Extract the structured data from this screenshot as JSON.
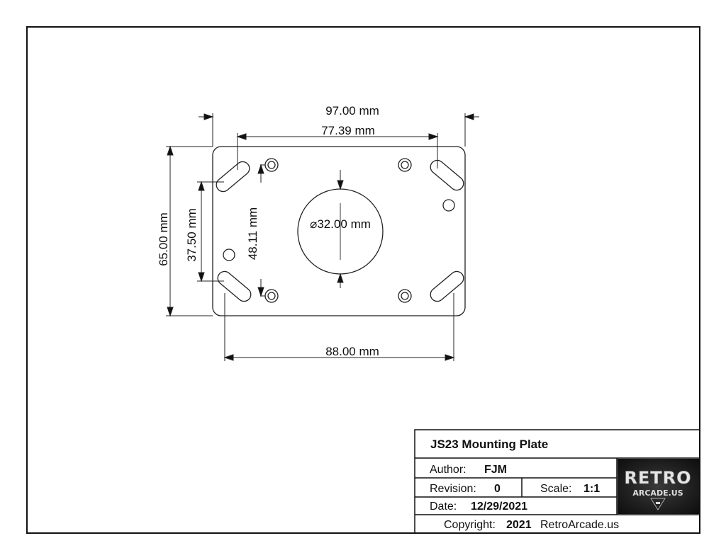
{
  "drawing": {
    "dimensions": {
      "overall_width": "97.00 mm",
      "slot_spacing_top": "77.39 mm",
      "slot_spacing_bottom": "88.00 mm",
      "overall_height": "65.00 mm",
      "slot_spacing_vertical": "37.50 mm",
      "hole_spacing_vertical": "48.11 mm",
      "center_hole_diameter": "⌀32.00 mm"
    }
  },
  "title_block": {
    "title": "JS23 Mounting Plate",
    "author_label": "Author:",
    "author": "FJM",
    "revision_label": "Revision:",
    "revision": "0",
    "scale_label": "Scale:",
    "scale": "1:1",
    "date_label": "Date:",
    "date": "12/29/2021",
    "copyright_label": "Copyright:",
    "copyright_year": "2021",
    "copyright_owner": "RetroArcade.us"
  },
  "logo": {
    "line1": "RETRO",
    "line2": "ARCADE.US",
    "background": "#1a1a1a",
    "color": "#e6e6e6"
  }
}
